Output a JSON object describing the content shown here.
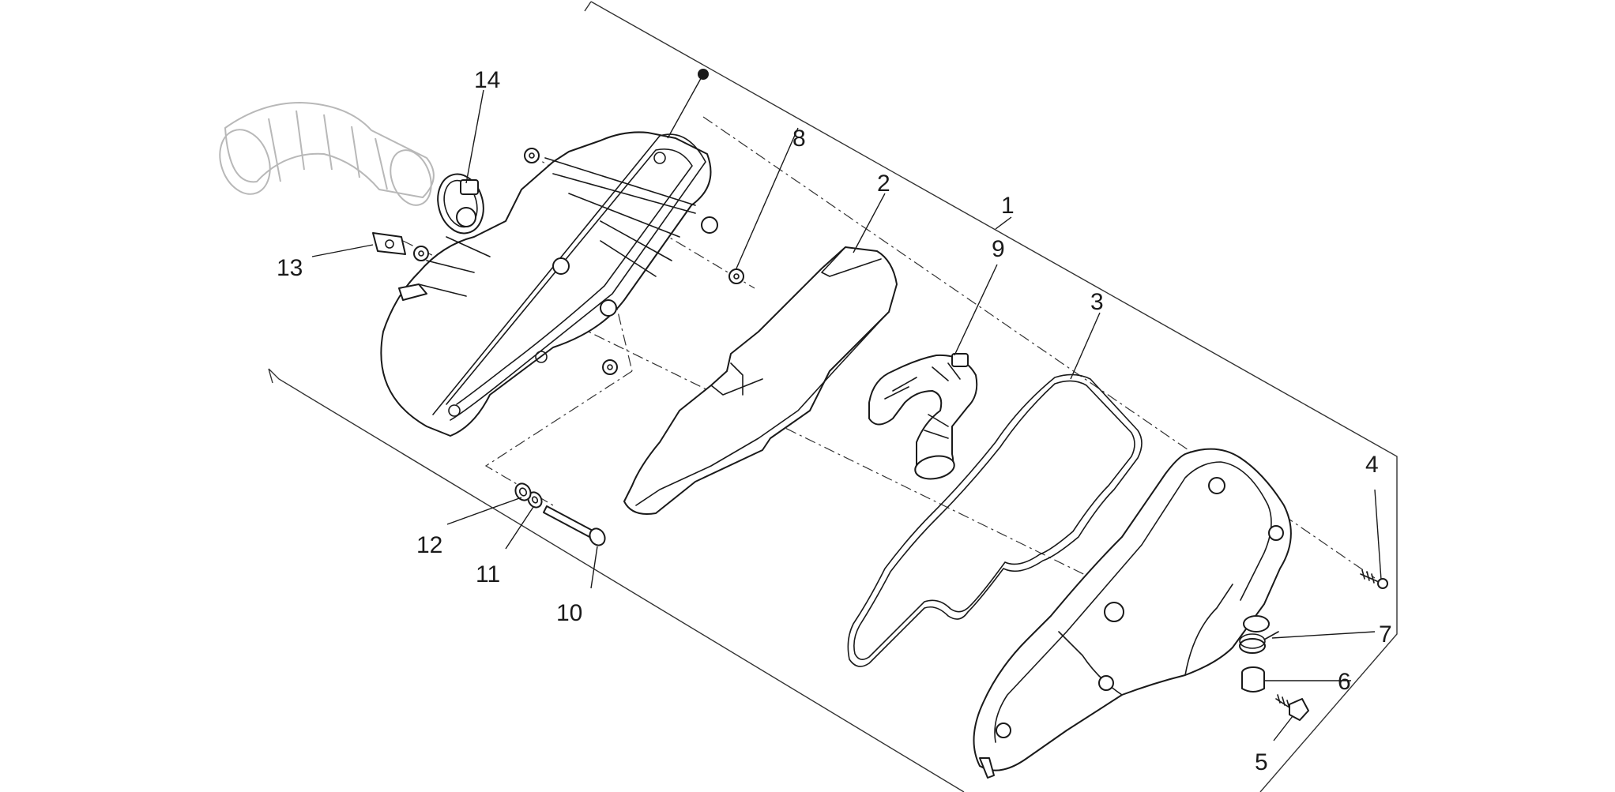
{
  "callouts": {
    "c1": "1",
    "c2": "2",
    "c3": "3",
    "c4": "4",
    "c5": "5",
    "c6": "6",
    "c7": "7",
    "c8": "8",
    "c9": "9",
    "c10": "10",
    "c11": "11",
    "c12": "12",
    "c13": "13",
    "c14": "14"
  },
  "colors": {
    "line": "#1a1a1a",
    "ghost_part": "#b8b8b8",
    "background": "#ffffff"
  }
}
